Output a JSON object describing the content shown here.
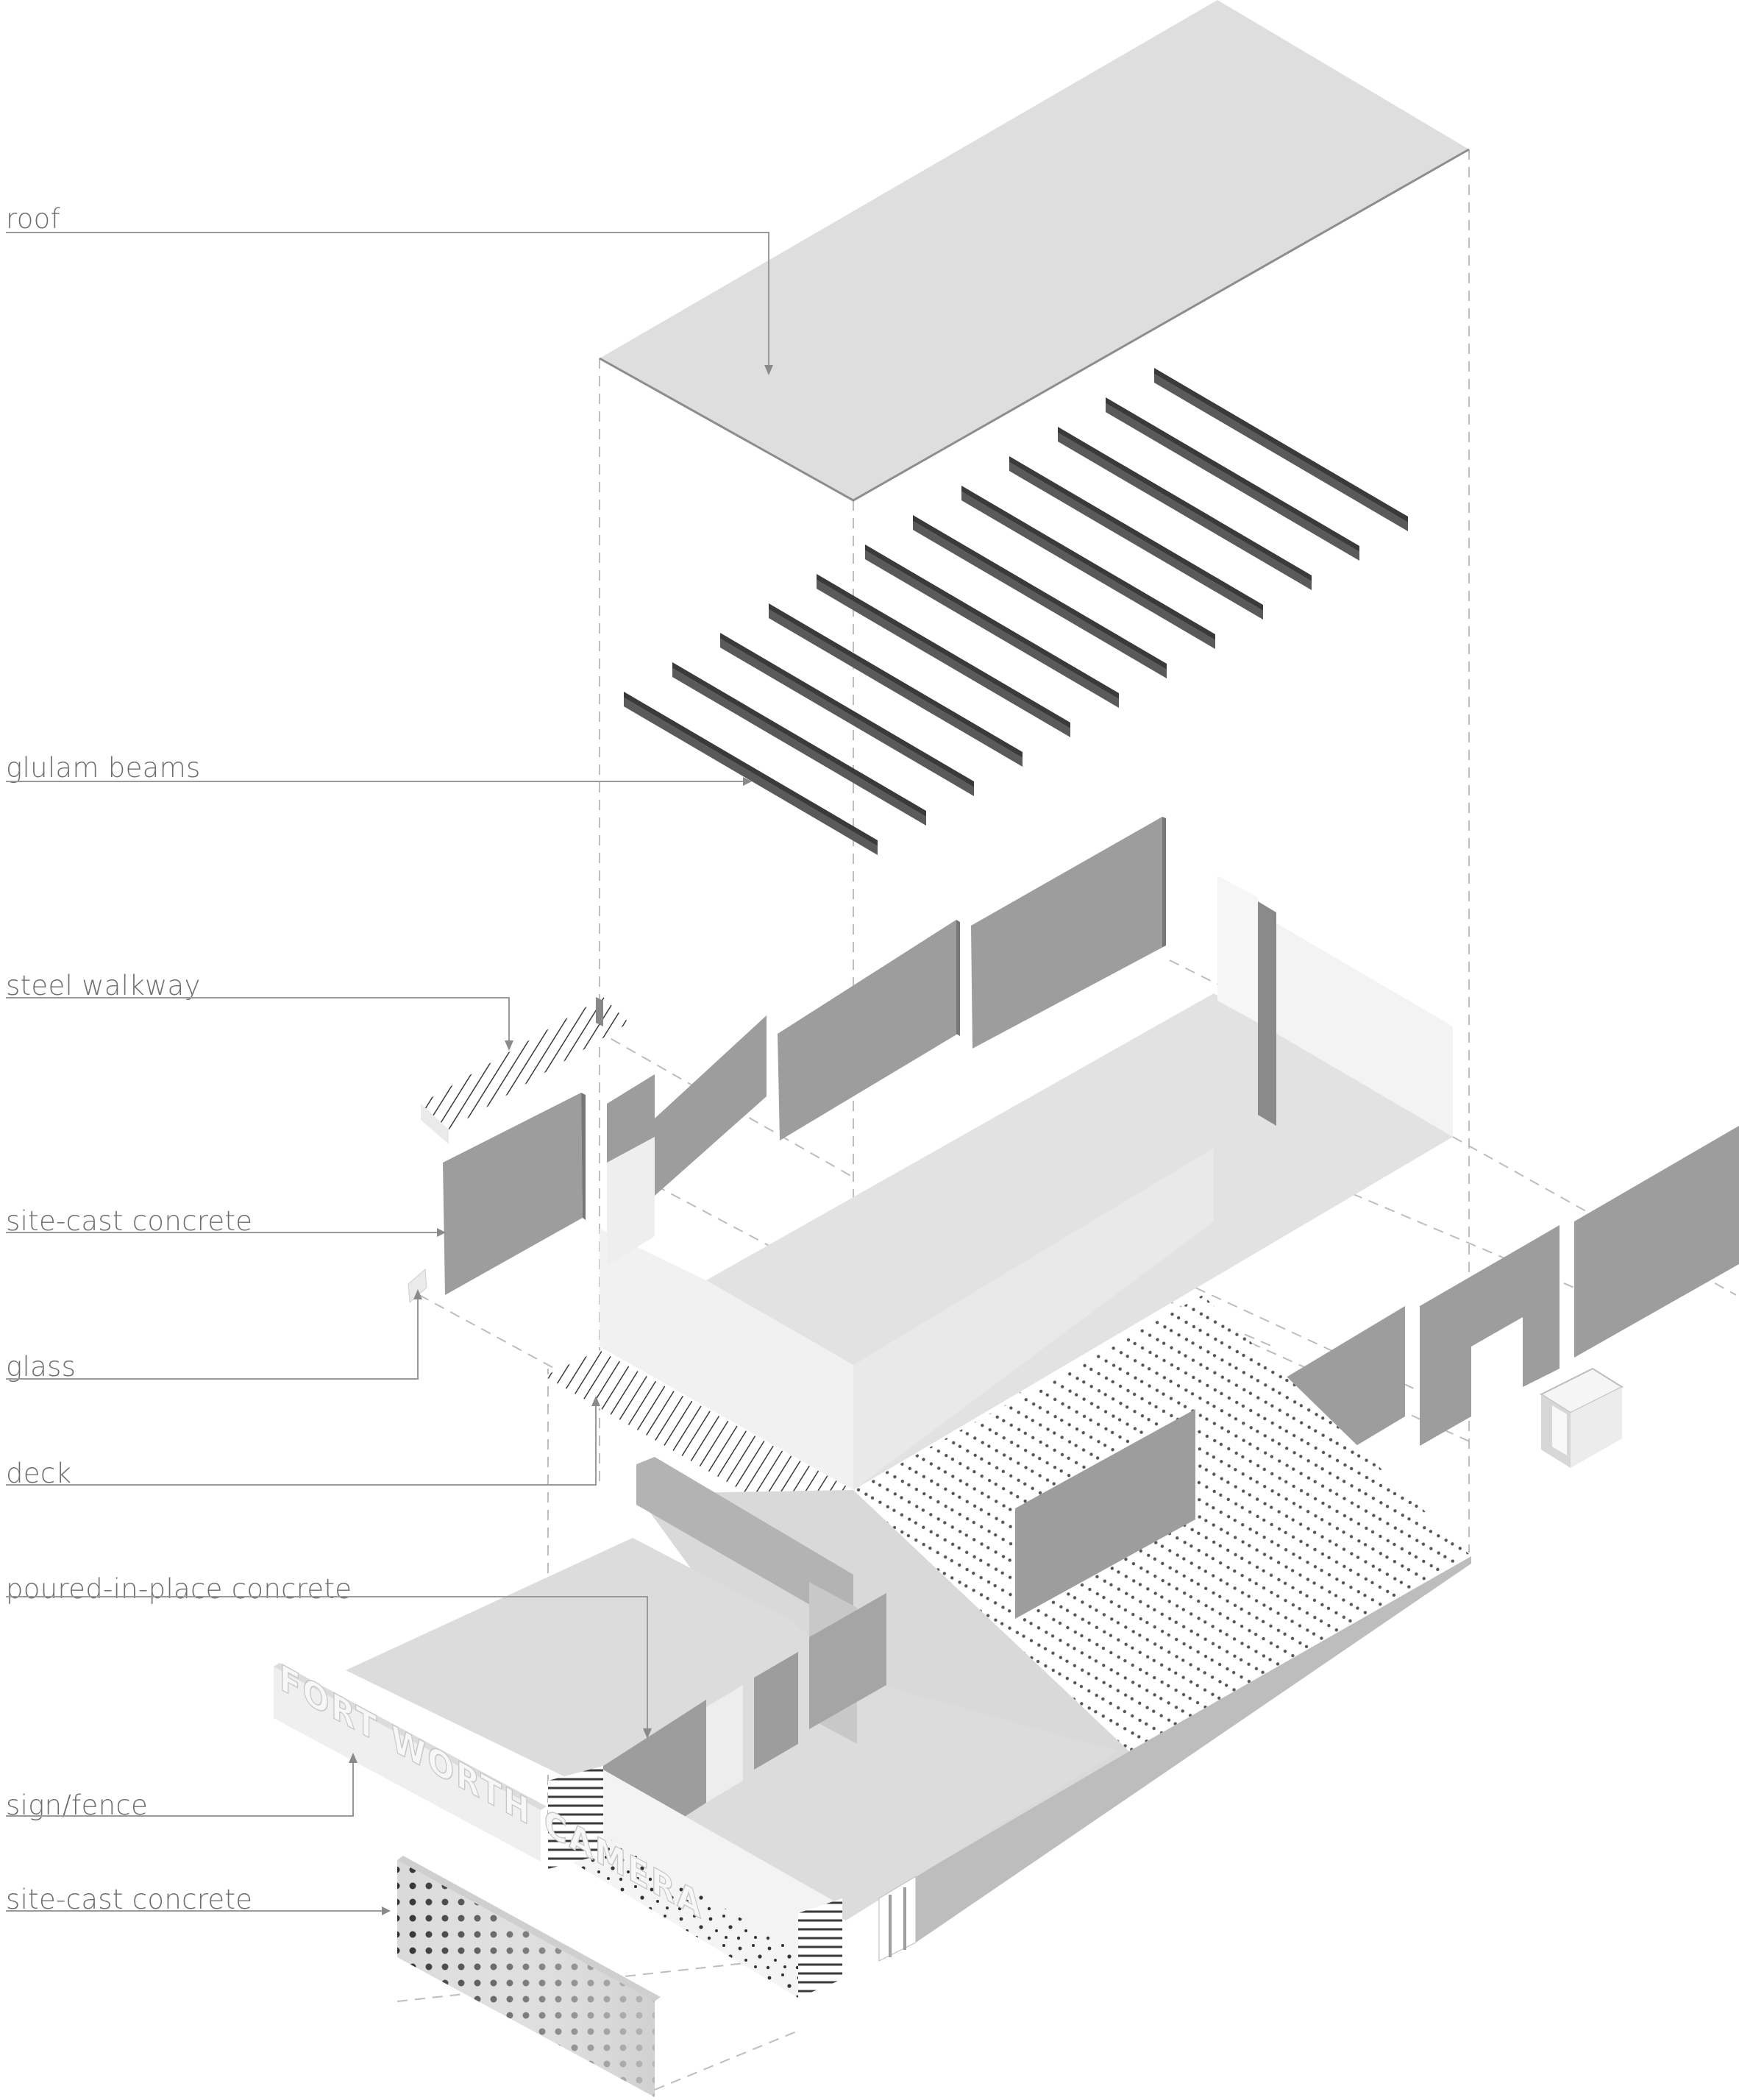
{
  "labels": {
    "roof": "roof",
    "glulam_beams": "glulam beams",
    "steel_walkway": "steel walkway",
    "site_cast_concrete_upper": "site-cast concrete",
    "glass": "glass",
    "deck": "deck",
    "poured_in_place_concrete": "poured-in-place concrete",
    "sign_fence": "sign/fence",
    "site_cast_concrete_lower": "site-cast concrete"
  },
  "sign_text": "FORT WORTH CAMERA",
  "colors": {
    "roof": "#dedede",
    "beam": "#4a4a4a",
    "wall": "#9d9d9d",
    "light_wall": "#ececec",
    "floor": "#e0e0e0",
    "label": "#6e6e6e"
  }
}
